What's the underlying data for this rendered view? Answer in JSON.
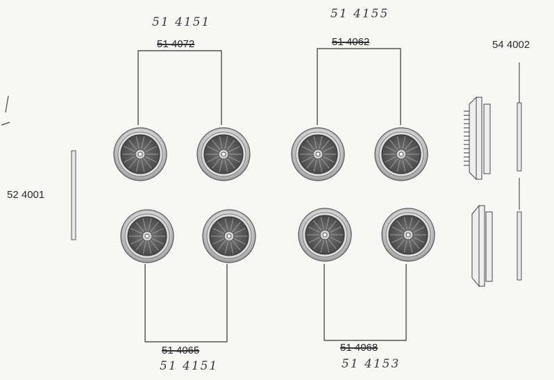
{
  "labels": {
    "left_rod": "52 4001",
    "right_rod": "54 4002",
    "top_left_printed": "51 4072",
    "top_right_printed": "51 4062",
    "bottom_left_printed": "51 4065",
    "bottom_right_printed": "51 4068"
  },
  "handwritten": {
    "top_left": "51 4151",
    "top_right": "51 4155",
    "bottom_left": "51 4151",
    "bottom_right": "51 4153",
    "margin_mark": "/"
  },
  "wheel_groups": [
    {
      "name": "top-left",
      "count": 2
    },
    {
      "name": "top-right",
      "count": 2
    },
    {
      "name": "bottom-left",
      "count": 2
    },
    {
      "name": "bottom-right",
      "count": 2
    }
  ]
}
